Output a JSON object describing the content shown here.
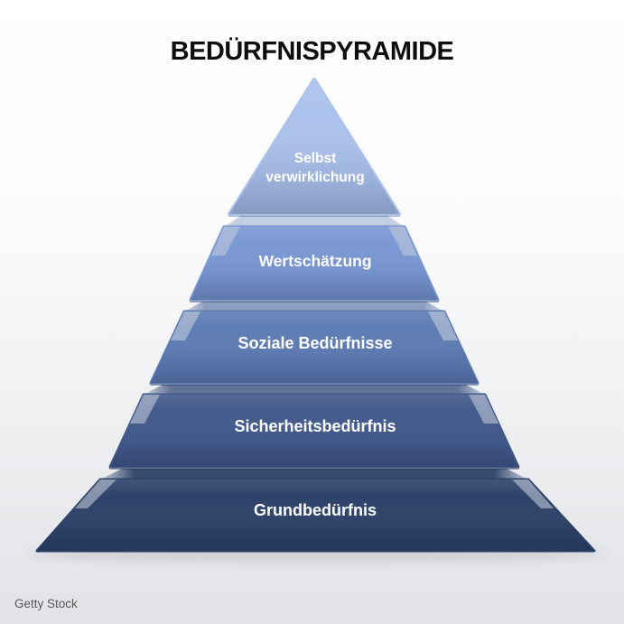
{
  "title": "BEDÜRFNISPYRAMIDE",
  "watermark": "Getty Stock",
  "background": {
    "top_color": "#ffffff",
    "bottom_color": "#e2e3e6"
  },
  "pyramid": {
    "label_color": "#ffffff",
    "levels": [
      {
        "lines": [
          "Selbst",
          "verwirklichung"
        ],
        "color": "#abc2ec",
        "band_color": ""
      },
      {
        "lines": [
          "Wertschätzung"
        ],
        "color": "#7997d3",
        "band_color": "#c3cde3"
      },
      {
        "lines": [
          "Soziale Bedürfnisse"
        ],
        "color": "#5d7cb4",
        "band_color": "#8d9fc0"
      },
      {
        "lines": [
          "Sicherheitsbedürfnis"
        ],
        "color": "#42598b",
        "band_color": "#62739a"
      },
      {
        "lines": [
          "Grundbedürfnis"
        ],
        "color": "#2d4268",
        "band_color": "#374a6e"
      }
    ]
  }
}
